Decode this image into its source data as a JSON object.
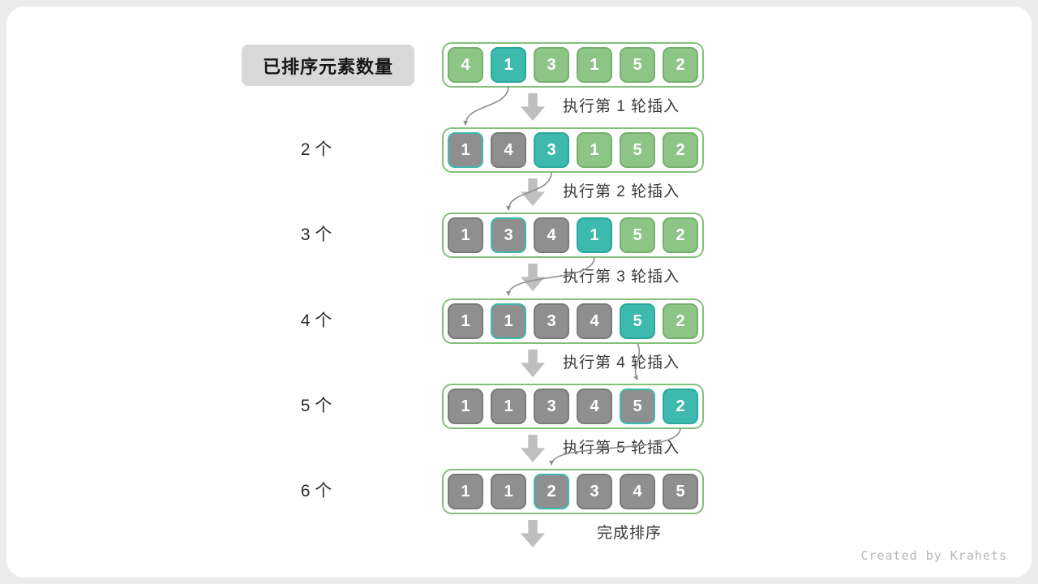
{
  "legend": {
    "label": "已排序元素数量"
  },
  "footer": {
    "credit": "Created by Krahets"
  },
  "colors": {
    "page_bg": "#ececec",
    "card_bg": "#ffffff",
    "legend_bg": "#d8d8d8",
    "green_fill": "#8dc586",
    "green_border": "#75b06e",
    "teal_fill": "#3db9ae",
    "teal_border": "#2aa89d",
    "gray_fill": "#8f8f8f",
    "gray_border": "#7a7a7a",
    "row_border": "#83c17b",
    "arrow_fill": "#bfbfbf",
    "connector": "#8f8f8f"
  },
  "rows": [
    {
      "label": "",
      "cells": [
        {
          "value": "4",
          "state": "green"
        },
        {
          "value": "1",
          "state": "teal"
        },
        {
          "value": "3",
          "state": "green"
        },
        {
          "value": "1",
          "state": "green"
        },
        {
          "value": "5",
          "state": "green"
        },
        {
          "value": "2",
          "state": "green"
        }
      ],
      "step_label": "执行第 1 轮插入"
    },
    {
      "label": "2 个",
      "cells": [
        {
          "value": "1",
          "state": "inserted"
        },
        {
          "value": "4",
          "state": "gray"
        },
        {
          "value": "3",
          "state": "teal"
        },
        {
          "value": "1",
          "state": "green"
        },
        {
          "value": "5",
          "state": "green"
        },
        {
          "value": "2",
          "state": "green"
        }
      ],
      "step_label": "执行第 2 轮插入"
    },
    {
      "label": "3 个",
      "cells": [
        {
          "value": "1",
          "state": "gray"
        },
        {
          "value": "3",
          "state": "inserted"
        },
        {
          "value": "4",
          "state": "gray"
        },
        {
          "value": "1",
          "state": "teal"
        },
        {
          "value": "5",
          "state": "green"
        },
        {
          "value": "2",
          "state": "green"
        }
      ],
      "step_label": "执行第 3 轮插入"
    },
    {
      "label": "4 个",
      "cells": [
        {
          "value": "1",
          "state": "gray"
        },
        {
          "value": "1",
          "state": "inserted"
        },
        {
          "value": "3",
          "state": "gray"
        },
        {
          "value": "4",
          "state": "gray"
        },
        {
          "value": "5",
          "state": "teal"
        },
        {
          "value": "2",
          "state": "green"
        }
      ],
      "step_label": "执行第 4 轮插入"
    },
    {
      "label": "5 个",
      "cells": [
        {
          "value": "1",
          "state": "gray"
        },
        {
          "value": "1",
          "state": "gray"
        },
        {
          "value": "3",
          "state": "gray"
        },
        {
          "value": "4",
          "state": "gray"
        },
        {
          "value": "5",
          "state": "inserted"
        },
        {
          "value": "2",
          "state": "teal"
        }
      ],
      "step_label": "执行第 5 轮插入"
    },
    {
      "label": "6 个",
      "cells": [
        {
          "value": "1",
          "state": "gray"
        },
        {
          "value": "1",
          "state": "gray"
        },
        {
          "value": "2",
          "state": "inserted"
        },
        {
          "value": "3",
          "state": "gray"
        },
        {
          "value": "4",
          "state": "gray"
        },
        {
          "value": "5",
          "state": "gray"
        }
      ],
      "step_label": "完成排序"
    }
  ]
}
